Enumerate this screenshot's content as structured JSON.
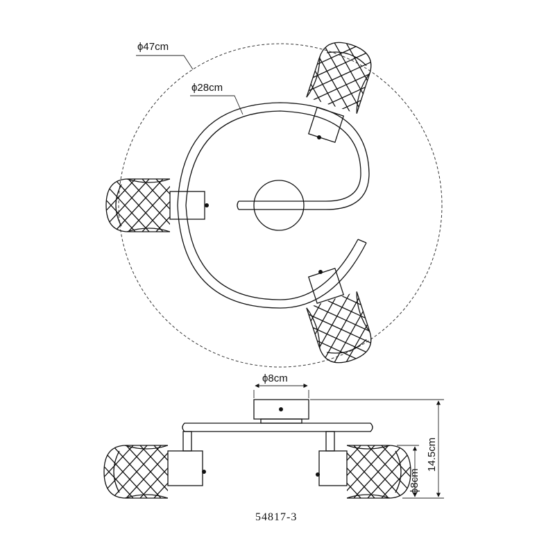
{
  "dimensions": {
    "outer_diameter": "ϕ47cm",
    "arm_diameter": "ϕ28cm",
    "base_diameter": "ϕ8cm",
    "height": "14.5cm",
    "shade_diameter": "ϕ8cm"
  },
  "model_number": "54817-3",
  "colors": {
    "line": "#111111",
    "background": "#ffffff"
  }
}
